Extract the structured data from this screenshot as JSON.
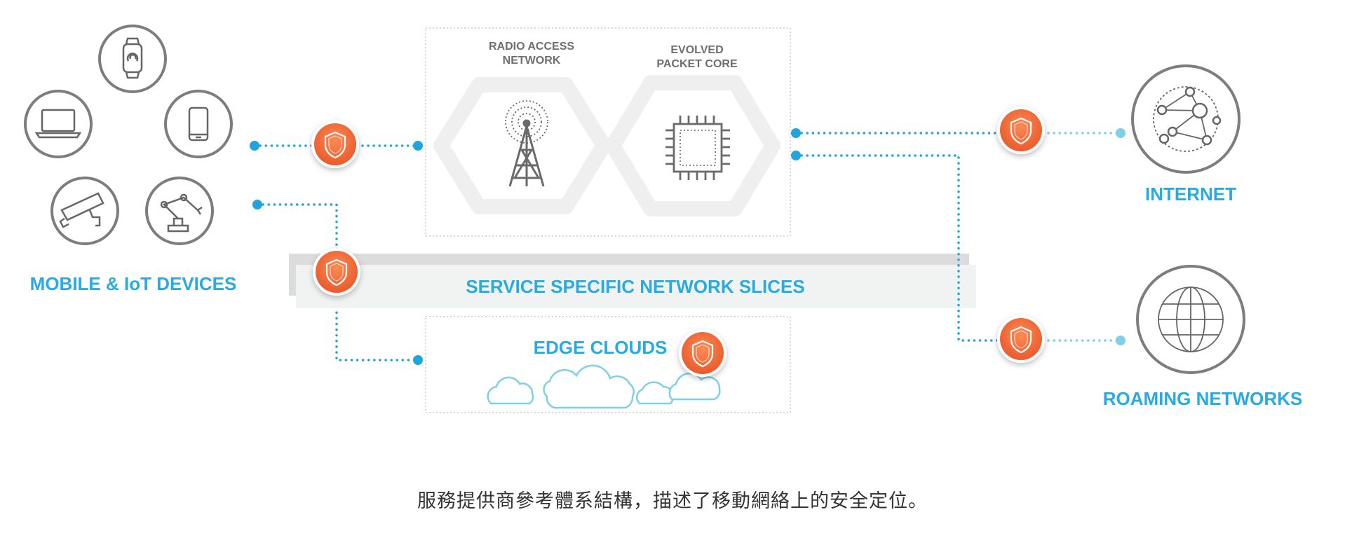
{
  "diagram": {
    "devices_label": "MOBILE & IoT DEVICES",
    "ran_label_line1": "RADIO ACCESS",
    "ran_label_line2": "NETWORK",
    "epc_label_line1": "EVOLVED",
    "epc_label_line2": "PACKET CORE",
    "slices_label": "SERVICE SPECIFIC NETWORK SLICES",
    "edge_label": "EDGE CLOUDS",
    "internet_label": "INTERNET",
    "roaming_label": "ROAMING NETWORKS"
  },
  "caption": "服務提供商參考體系結構，描述了移動網絡上的安全定位。",
  "colors": {
    "accent_blue": "#29abe2",
    "shield_orange": "#f26b3a",
    "gray_text": "#6d6e71"
  }
}
